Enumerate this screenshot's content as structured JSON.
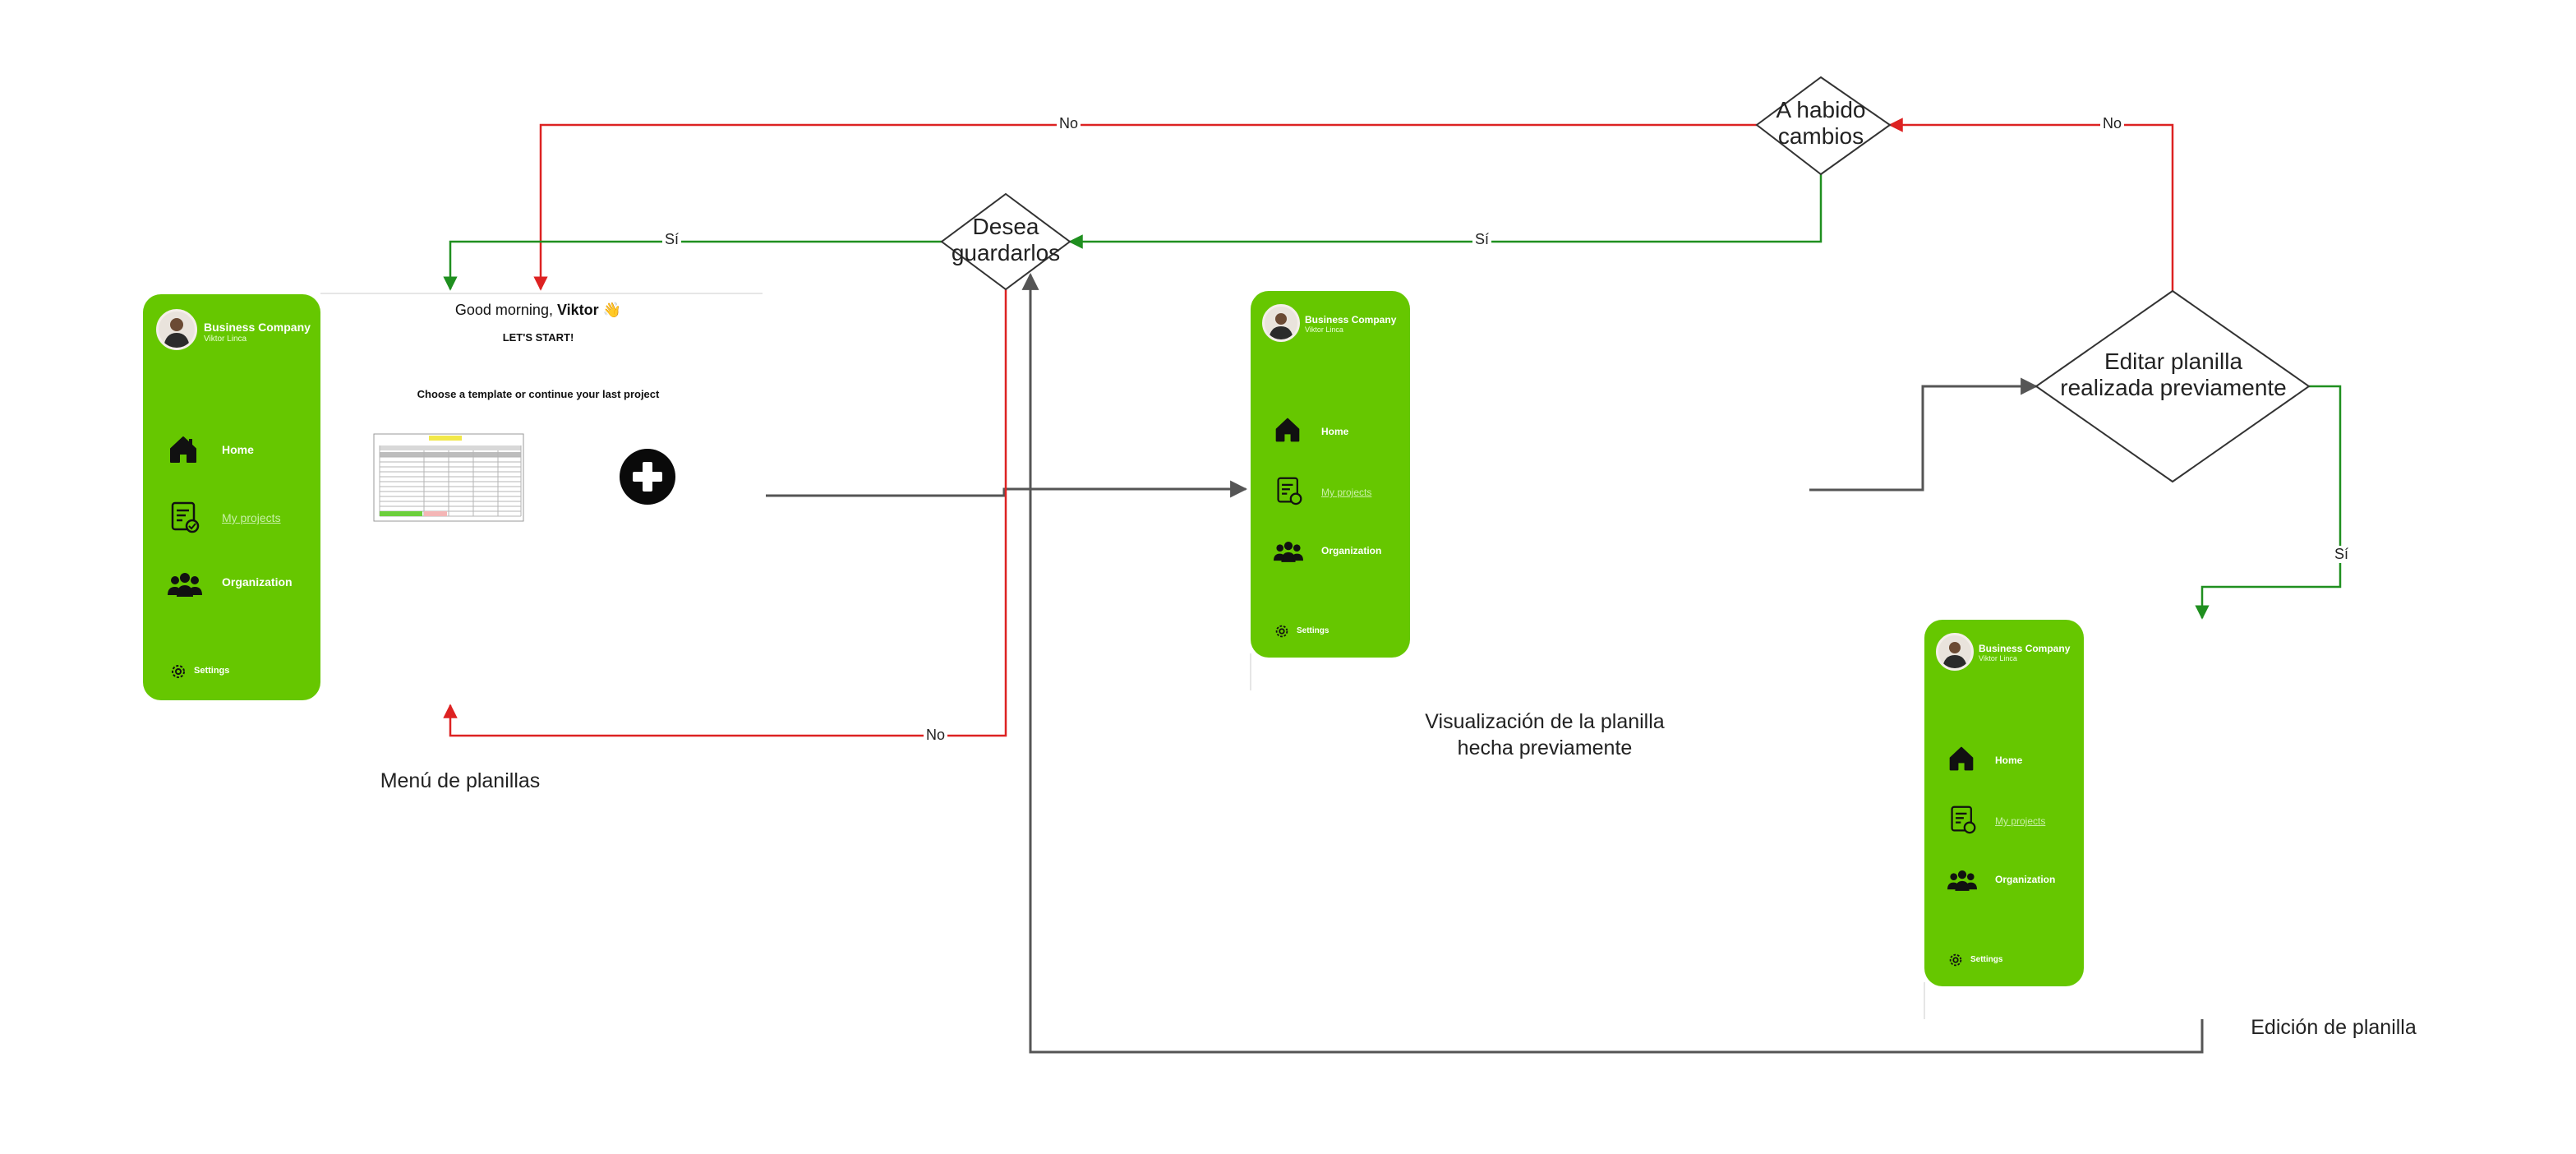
{
  "colors": {
    "green": "#66c700",
    "red_edge": "#dd2222",
    "green_edge": "#1f8f1f",
    "gray_edge": "#555555"
  },
  "sidebar": {
    "company": "Business Company",
    "user": "Viktor Linca",
    "items": [
      {
        "label": "Home",
        "icon": "house-icon"
      },
      {
        "label": "My projects",
        "icon": "projects-icon"
      },
      {
        "label": "Organization",
        "icon": "team-icon"
      }
    ],
    "settings": "Settings",
    "settings_icon": "gear-icon"
  },
  "menu_screen": {
    "greeting": "Good morning,",
    "greeting_name": "Viktor",
    "greeting_emoji": "👋",
    "start": "LET'S START!",
    "choose": "Choose a template or continue your last project",
    "add_icon": "plus-icon"
  },
  "captions": {
    "menu": "Menú de planillas",
    "view_line1": "Visualización de la planilla",
    "view_line2": "hecha previamente",
    "edit": "Edición de planilla"
  },
  "decisions": {
    "save_line1": "Desea",
    "save_line2": "guardarlos",
    "changes_line1": "A habido",
    "changes_line2": "cambios",
    "edit_line1": "Editar planilla",
    "edit_line2": "realizada previamente"
  },
  "edge_labels": {
    "no": "No",
    "yes": "Sí"
  }
}
